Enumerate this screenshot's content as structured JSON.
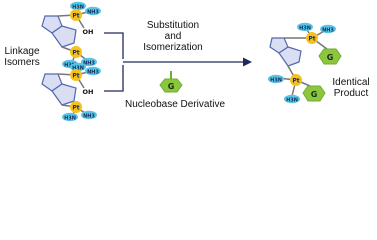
{
  "labels": {
    "linkage_line1": "Linkage",
    "linkage_line2": "Isomers",
    "substitution_line1": "Substitution",
    "substitution_line2": "and",
    "substitution_line3": "Isomerization",
    "nucleobase_derivative": "Nucleobase Derivative",
    "identical_line1": "Identical",
    "identical_line2": "Product"
  },
  "atoms": {
    "metal": "Pt",
    "amine": "H3N",
    "ammine": "NH3",
    "hydroxide": "OH",
    "base": "G"
  },
  "colors": {
    "metal": "#f5c21c",
    "ligand": "#56c6e6",
    "ring": "#5468b0",
    "ring_fill": "#d9def2",
    "nucleobase": "#8cc63f",
    "arrow": "#1f2a5a"
  }
}
